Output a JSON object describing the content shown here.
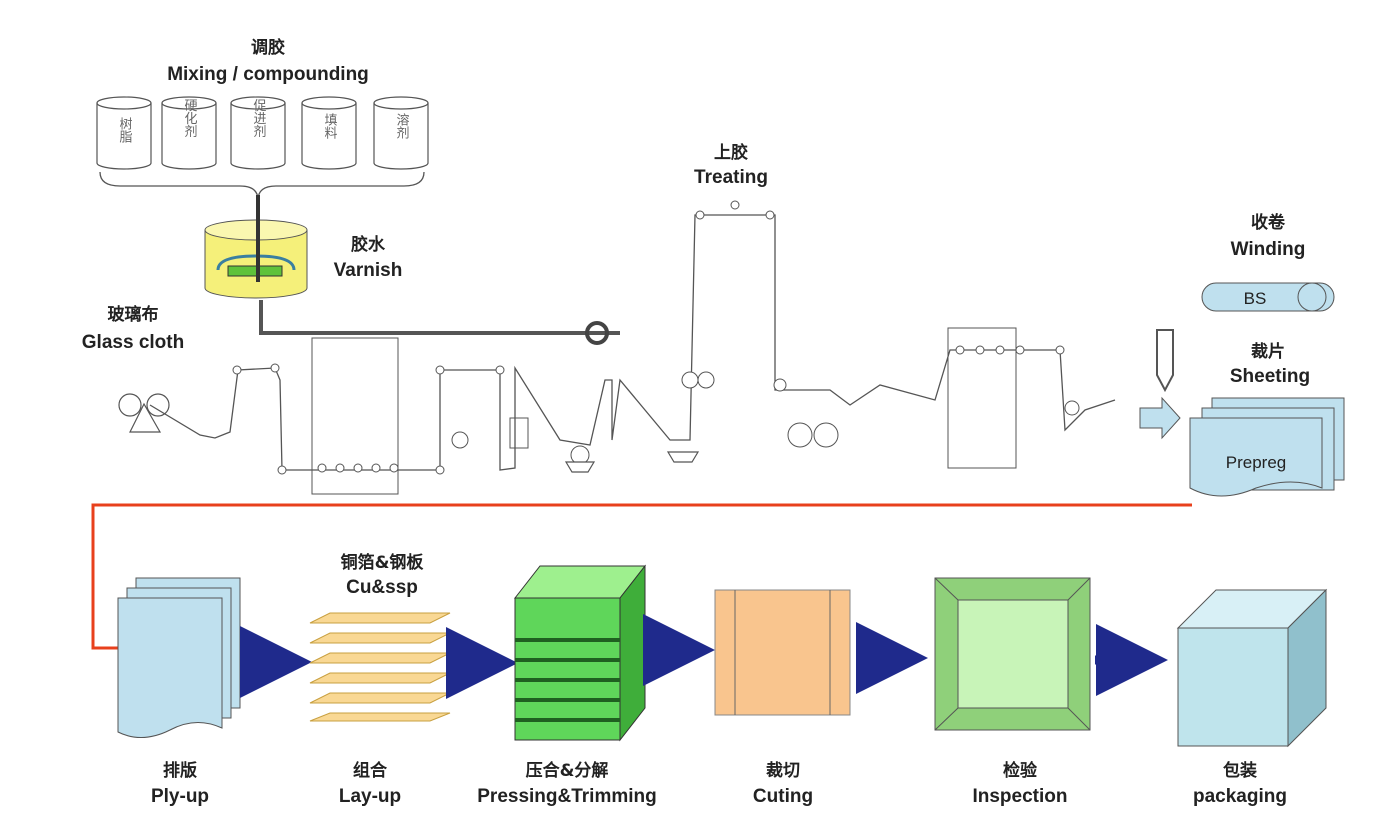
{
  "mixing": {
    "cn": "调胶",
    "en": "Mixing / compounding",
    "containers": [
      "树脂",
      "硬化剂",
      "促进剂",
      "填料",
      "溶剂"
    ]
  },
  "varnish": {
    "cn": "胶水",
    "en": "Varnish"
  },
  "glass_cloth": {
    "cn": "玻璃布",
    "en": "Glass cloth"
  },
  "treating": {
    "cn": "上胶",
    "en": "Treating"
  },
  "winding": {
    "cn": "收卷",
    "en": "Winding",
    "roll_label": "BS"
  },
  "sheeting": {
    "cn": "裁片",
    "en": "Sheeting"
  },
  "prepreg": {
    "label": "Prepreg"
  },
  "cu_ssp": {
    "cn": "铜箔&钢板",
    "en": "Cu&ssp"
  },
  "steps": [
    {
      "cn": "排版",
      "en": "Ply-up"
    },
    {
      "cn": "组合",
      "en": "Lay-up"
    },
    {
      "cn": "压合&分解",
      "en": "Pressing&Trimming"
    },
    {
      "cn": "裁切",
      "en": "Cuting"
    },
    {
      "cn": "检验",
      "en": "Inspection"
    },
    {
      "cn": "包装",
      "en": "packaging"
    }
  ],
  "colors": {
    "flow_line": "#e8401c",
    "arrow": "#1f2a8c",
    "varnish_tank": "#f5f07a",
    "pressing": "#5fd65a",
    "cutting": "#f9c58e",
    "inspection": "#b8f0a8",
    "packaging": "#bfe4ec",
    "prepreg": "#bfe0ee"
  }
}
